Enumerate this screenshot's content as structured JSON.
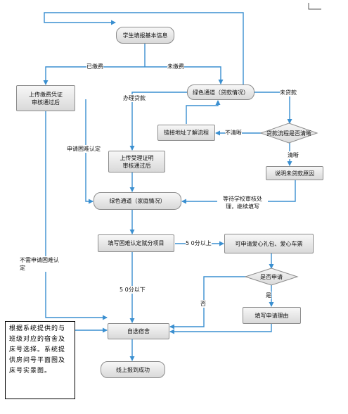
{
  "nodes": {
    "fill_info": "学生填报基本信息",
    "upload_fee": "上传缴费凭证\n审核通过后",
    "green_loan": "绿色通道（贷款情况）",
    "link_address": "链接地址了解流程",
    "loan_clear": "贷款流程是否清晰",
    "explain_reason": "说明未贷款原因",
    "upload_loan_cert": "上传受理证明\n审核通过后",
    "green_family": "绿色通道（家庭情况）",
    "fill_difficulty": "填写困难认定赋分项目",
    "apply_gift": "可申请爱心礼包、爱心车票",
    "whether_apply": "是否申请",
    "fill_reason": "填写申请理由",
    "choose_dorm": "自选宿舍",
    "online_done": "线上报到成功"
  },
  "labels": {
    "paid": "已缴费",
    "unpaid": "未缴费",
    "loan": "办理贷款",
    "no_loan": "未贷款",
    "unclear": "不清晰",
    "clear": "清晰",
    "apply_recognition": "申请困难认定",
    "await_review": "等待学校审核处\n理，继续填写",
    "score_above": "5 0分以上",
    "score_below": "5 0分以下",
    "no_recognition": "不需申请困难认\n定",
    "yes": "是",
    "no": "否"
  },
  "note": "根据系统提供的与班级对应的宿舍及床号选择。系统提供房间号平面图及床号实景图。",
  "colors": {
    "line": "#3a8fd0",
    "box_border": "#8c8c8c",
    "box_top": "#f7f7f7",
    "box_bottom": "#d9d9d9"
  }
}
